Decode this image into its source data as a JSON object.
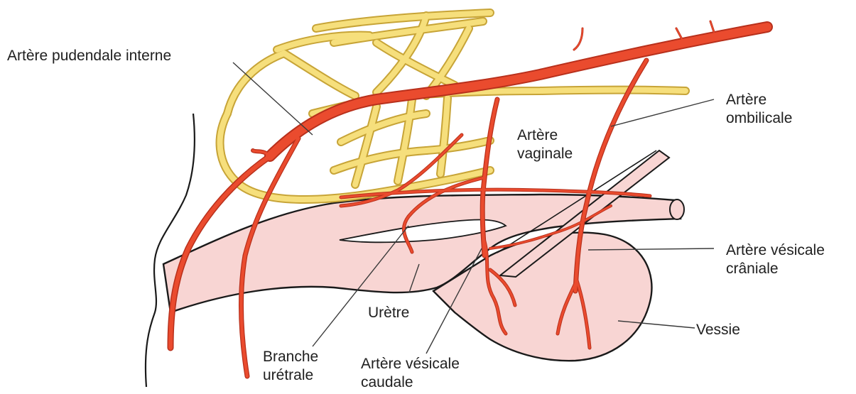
{
  "colors": {
    "artery": "#ea4b2e",
    "artery_stroke": "#b8301c",
    "nerve": "#f6df7c",
    "nerve_stroke": "#c7a437",
    "tissue": "#f8d5d3",
    "outline": "#1a1a1a"
  },
  "labels": {
    "internal_pudendal": "Artère pudendale interne",
    "umbilical_line1": "Artère",
    "umbilical_line2": "ombilicale",
    "vaginal_line1": "Artère",
    "vaginal_line2": "vaginale",
    "cranial_vesical_line1": "Artère vésicale",
    "cranial_vesical_line2": "crâniale",
    "bladder": "Vessie",
    "urethra": "Urètre",
    "urethral_branch_line1": "Branche",
    "urethral_branch_line2": "urétrale",
    "caudal_vesical_line1": "Artère vésicale",
    "caudal_vesical_line2": "caudale"
  }
}
